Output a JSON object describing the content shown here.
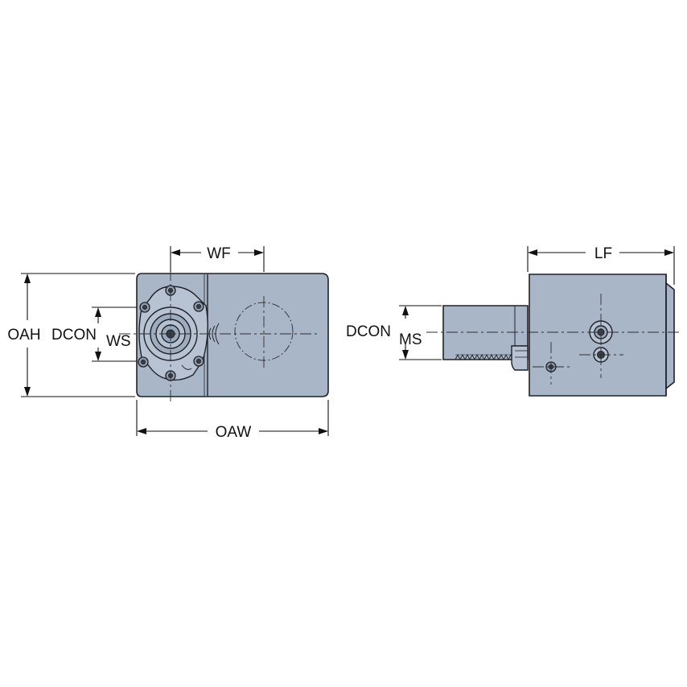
{
  "labels": {
    "wf": "WF",
    "oah": "OAH",
    "dcon_ws_main": "DCON",
    "dcon_ws_sub": "WS",
    "oaw": "OAW",
    "lf": "LF",
    "dcon_ms_main": "DCON",
    "dcon_ms_sub": "MS"
  },
  "colors": {
    "body": "#a9b6c8",
    "outline": "#1f2228",
    "dimension": "#111111"
  }
}
